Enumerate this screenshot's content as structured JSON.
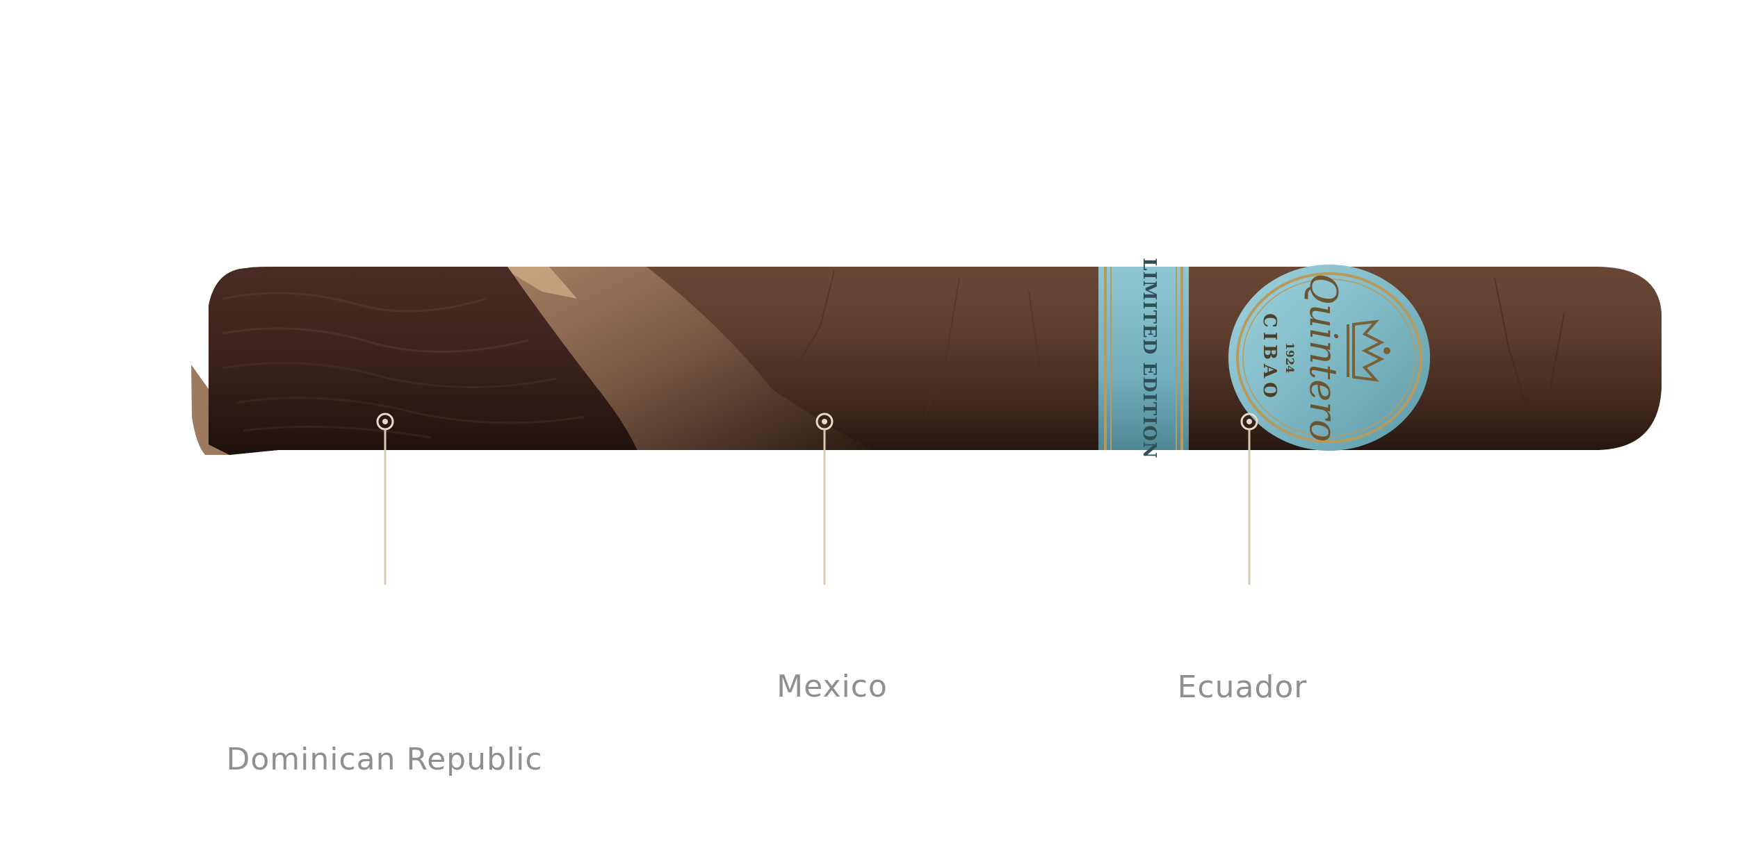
{
  "origins": [
    {
      "id": "binder",
      "label": "Dominican Republic"
    },
    {
      "id": "filler",
      "label": "Mexico"
    },
    {
      "id": "wrapper",
      "label": "Ecuador"
    }
  ],
  "band": {
    "edition_text": "LIMITED EDITION",
    "brand_script": "Quintero",
    "year": "1924",
    "region": "CIBAO"
  },
  "colors": {
    "label_text": "#8f8f8f",
    "leader_line": "#d9c9b0",
    "band_teal": "#7fb9c6",
    "band_gold": "#b89a5c",
    "wrapper_brown": "#5a3b2c",
    "filler_dark": "#3d2520"
  }
}
